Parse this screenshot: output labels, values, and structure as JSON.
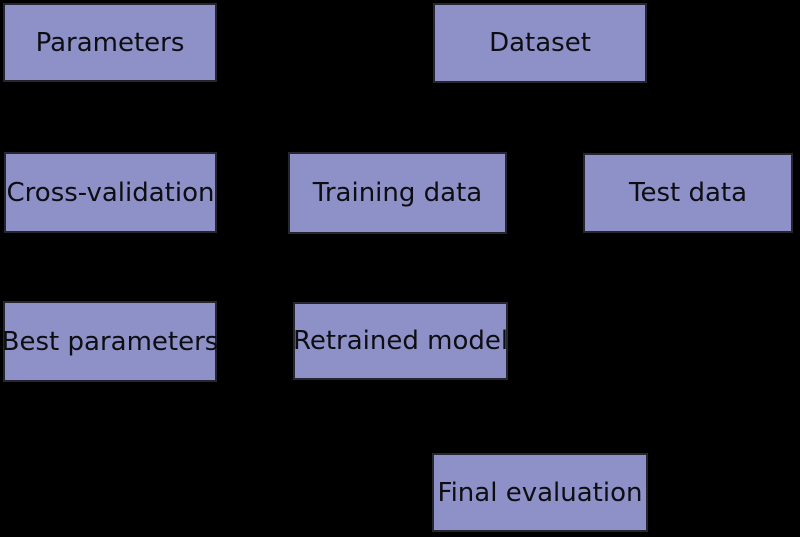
{
  "diagram": {
    "colors": {
      "background": "#000000",
      "node_fill": "#8e90c8",
      "node_border": "#26262e",
      "node_text": "#0e0e12"
    },
    "nodes": [
      {
        "id": "parameters",
        "label": "Parameters"
      },
      {
        "id": "dataset",
        "label": "Dataset"
      },
      {
        "id": "cross-validation",
        "label": "Cross-validation"
      },
      {
        "id": "training-data",
        "label": "Training data"
      },
      {
        "id": "test-data",
        "label": "Test data"
      },
      {
        "id": "best-parameters",
        "label": "Best parameters"
      },
      {
        "id": "retrained-model",
        "label": "Retrained model"
      },
      {
        "id": "final-evaluation",
        "label": "Final evaluation"
      }
    ]
  }
}
